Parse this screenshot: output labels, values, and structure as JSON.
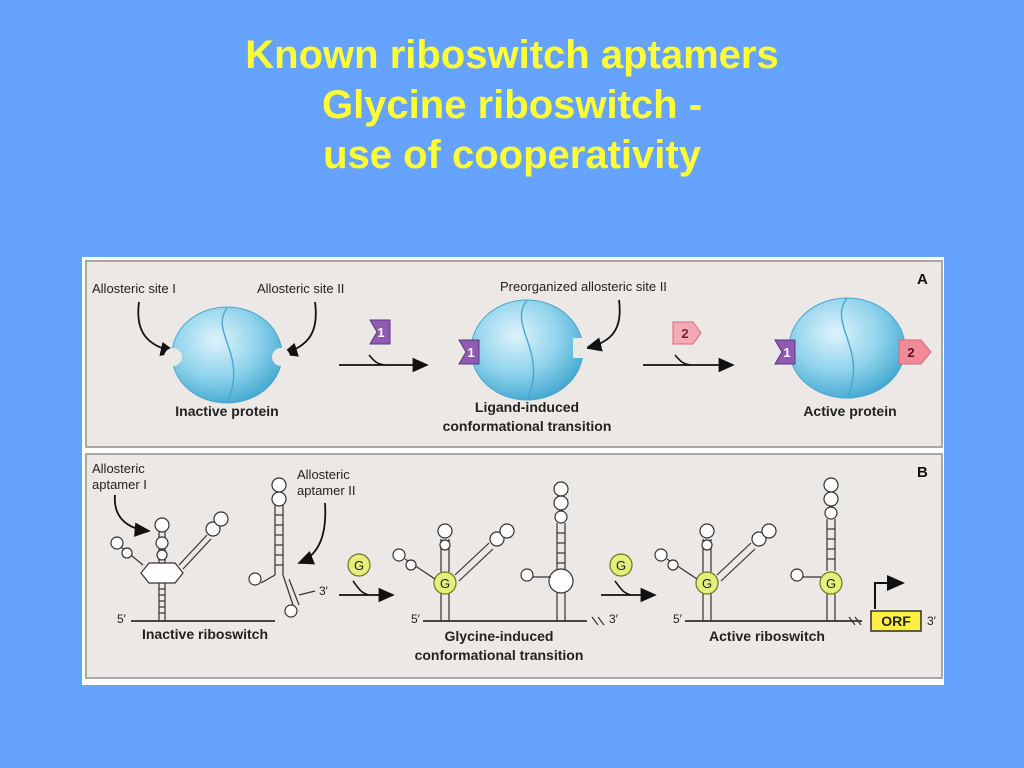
{
  "title": {
    "line1": "Known riboswitch aptamers",
    "line2": "Glycine riboswitch -",
    "line3": "use of cooperativity"
  },
  "panel_a": {
    "letter": "A",
    "allosteric_site_1": "Allosteric site I",
    "allosteric_site_2": "Allosteric site II",
    "preorganized": "Preorganized allosteric site II",
    "ligand_1": "1",
    "ligand_2": "2",
    "inactive_protein": "Inactive protein",
    "ligand_induced_1": "Ligand-induced",
    "ligand_induced_2": "conformational transition",
    "active_protein": "Active protein"
  },
  "panel_b": {
    "letter": "B",
    "aptamer_1_line1": "Allosteric",
    "aptamer_1_line2": "aptamer I",
    "aptamer_2_line1": "Allosteric",
    "aptamer_2_line2": "aptamer II",
    "glycine": "G",
    "five_prime": "5′",
    "three_prime": "3′",
    "orf": "ORF",
    "inactive_riboswitch": "Inactive riboswitch",
    "glycine_induced_1": "Glycine-induced",
    "glycine_induced_2": "conformational transition",
    "active_riboswitch": "Active riboswitch"
  },
  "colors": {
    "background": "#66a3ff",
    "title": "#ffff33",
    "protein": "#7fcbe6",
    "ligand_1": "#8e5bb0",
    "ligand_2": "#f08a98",
    "glycine": "#e6ef7a",
    "orf": "#ffee44"
  }
}
